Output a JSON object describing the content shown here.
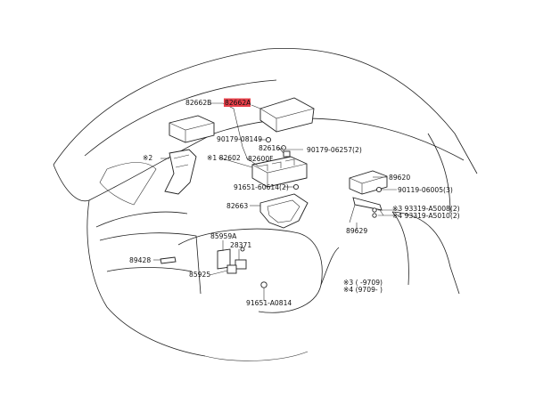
{
  "colors": {
    "highlight": "#e8404a",
    "line": "#222222",
    "text": "#111111"
  },
  "labels": {
    "p82662B": "82662B",
    "p82662A": "82662A",
    "p90179_08149": "90179-08149",
    "p90179_06257": "90179-06257(2)",
    "p82616": "82616",
    "p82602": "※1 82602",
    "p82600F": "82600F",
    "p2": "※2",
    "p89620": "89620",
    "p90119": "90119-06005(3)",
    "p91651_60614": "91651-60614(2)",
    "p82663": "82663",
    "p93319_A5008": "※3 93319-A5008(2)",
    "p93319_A5010": "※4 93319-A5010(2)",
    "p89629": "89629",
    "p85959A": "85959A",
    "p28371": "28371",
    "p89428": "89428",
    "p85925": "85925",
    "p91651_A0814": "91651-A0814",
    "note3": "※3 (     -9709)",
    "note4": "※4 (9709-     )"
  }
}
